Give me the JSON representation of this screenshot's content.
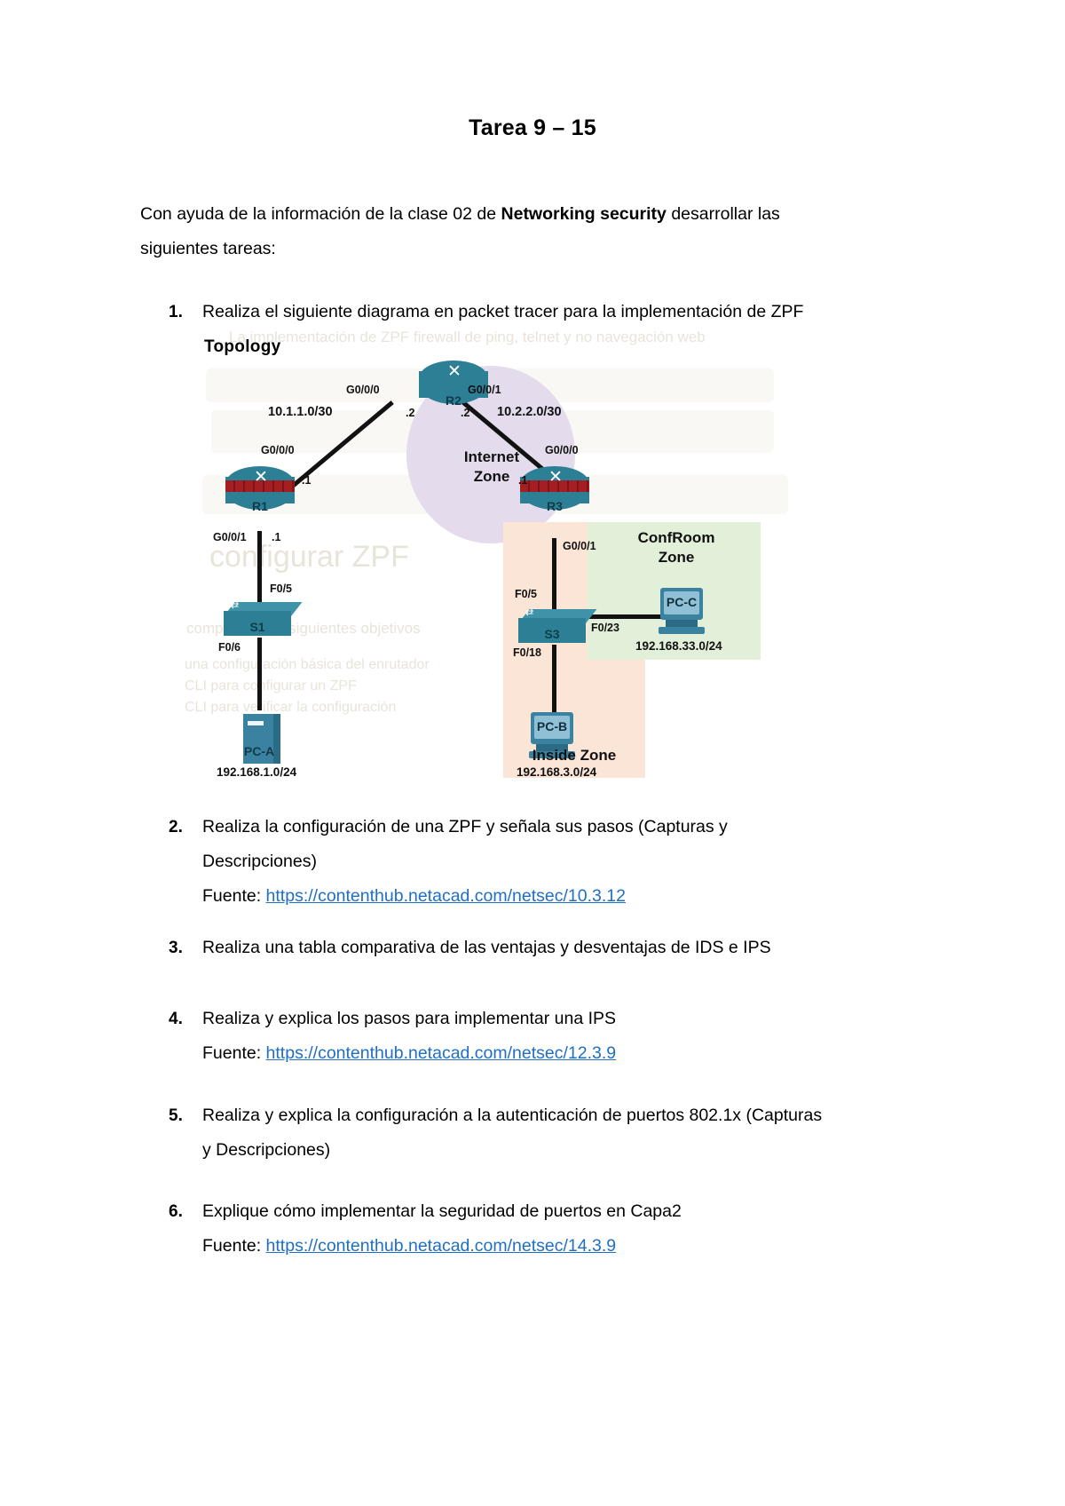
{
  "document": {
    "title": "Tarea 9 – 15",
    "intro_prefix": "Con ayuda de la información de la clase 02 de ",
    "intro_bold": "Networking security",
    "intro_suffix": " desarrollar las siguientes tareas:"
  },
  "items": [
    {
      "num": "1.",
      "text": "Realiza el siguiente diagrama en packet tracer para la implementación de ZPF"
    },
    {
      "num": "2.",
      "text": "Realiza la configuración de una ZPF y señala sus pasos (Capturas y Descripciones)",
      "source_label": "Fuente: ",
      "source_url": "https://contenthub.netacad.com/netsec/10.3.12"
    },
    {
      "num": "3.",
      "text": "Realiza una tabla comparativa de las ventajas y desventajas de IDS e IPS"
    },
    {
      "num": "4.",
      "text": "Realiza y explica los pasos para implementar una IPS",
      "source_label": "Fuente: ",
      "source_url": "https://contenthub.netacad.com/netsec/12.3.9"
    },
    {
      "num": "5.",
      "text": "Realiza y explica la configuración a la autenticación de puertos 802.1x (Capturas y Descripciones)"
    },
    {
      "num": "6.",
      "text": "Explique cómo implementar la seguridad de puertos en Capa2",
      "source_label": "Fuente: ",
      "source_url": "https://contenthub.netacad.com/netsec/14.3.9"
    }
  ],
  "figure": {
    "title": "Topology",
    "zones": {
      "internet": "Internet\nZone",
      "internet_line1": "Internet",
      "internet_line2": "Zone",
      "confroom_line1": "ConfRoom",
      "confroom_line2": "Zone",
      "inside": "Inside Zone"
    },
    "devices": {
      "r1": "R1",
      "r2": "R2",
      "r3": "R3",
      "s1": "S1",
      "s3": "S3",
      "pc_a": "PC-A",
      "pc_b": "PC-B",
      "pc_c": "PC-C"
    },
    "interfaces": {
      "r2_left": "G0/0/0",
      "r2_right": "G0/0/1",
      "r2_left_ip": ".2",
      "r2_right_ip": ".2",
      "r1_up": "G0/0/0",
      "r1_up_ip": ".1",
      "r1_down": "G0/0/1",
      "r1_down_ip": ".1",
      "r3_up": "G0/0/0",
      "r3_up_ip": ".1",
      "r3_down": "G0/0/1",
      "s1_up": "F0/5",
      "s1_down": "F0/6",
      "s3_up": "F0/5",
      "s3_down": "F0/18",
      "s3_right": "F0/23"
    },
    "networks": {
      "left_wan": "10.1.1.0/30",
      "right_wan": "10.2.2.0/30",
      "pc_a_net": "192.168.1.0/24",
      "pc_b_net": "192.168.3.0/24",
      "pc_c_net": "192.168.33.0/24"
    },
    "icons": {
      "router_arrows": "✕",
      "switch_arrows": "⇄"
    }
  },
  "background_ghost": {
    "line1": "La implementación de ZPF firewall de ping, telnet y no navegación web",
    "line2": "configurar ZPF",
    "line3": "completará los siguientes objetivos",
    "line4": "una configuración básica del enrutador",
    "line5": "CLI para configurar un ZPF",
    "line6": "CLI para verificar la configuración"
  }
}
